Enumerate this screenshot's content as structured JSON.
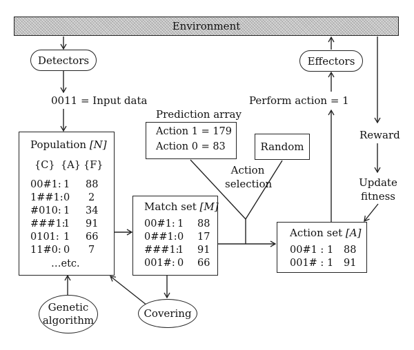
{
  "environment": "Environment",
  "detectors": "Detectors",
  "effectors": "Effectors",
  "input_data": "0011 = Input data",
  "perform_action": "Perform action = 1",
  "prediction_array": {
    "title": "Prediction array",
    "lines": [
      "Action 1 = 179",
      "Action 0 = 83"
    ]
  },
  "random": "Random",
  "action_selection": [
    "Action",
    "selection"
  ],
  "reward": "Reward",
  "update_fitness": [
    "Update",
    "fitness"
  ],
  "population": {
    "title_prefix": "Population ",
    "title_var": "[N]",
    "headers": [
      "{C}",
      "{A}",
      "{F}"
    ],
    "rows": [
      {
        "c": "00#1:",
        "a": "1",
        "f": "88"
      },
      {
        "c": "1##1:",
        "a": "0",
        "f": "2"
      },
      {
        "c": "#010:",
        "a": "1",
        "f": "34"
      },
      {
        "c": "###1:",
        "a": "1",
        "f": "91"
      },
      {
        "c": "0101:",
        "a": "1",
        "f": "66"
      },
      {
        "c": "11#0:",
        "a": "0",
        "f": "7"
      }
    ],
    "etc": "…etc."
  },
  "match_set": {
    "title_prefix": "Match set ",
    "title_var": "[M]",
    "rows": [
      {
        "c": "00#1:",
        "a": "1",
        "f": "88"
      },
      {
        "c": "0##1:",
        "a": "0",
        "f": "17"
      },
      {
        "c": "###1:",
        "a": "1",
        "f": "91"
      },
      {
        "c": "001#:",
        "a": "0",
        "f": "66"
      }
    ]
  },
  "action_set": {
    "title_prefix": "Action set ",
    "title_var": "[A]",
    "rows": [
      {
        "c": "00#1 :",
        "a": "1",
        "f": "88"
      },
      {
        "c": "001# :",
        "a": "1",
        "f": "91"
      }
    ]
  },
  "genetic_algorithm": [
    "Genetic",
    "algorithm"
  ],
  "covering": "Covering"
}
